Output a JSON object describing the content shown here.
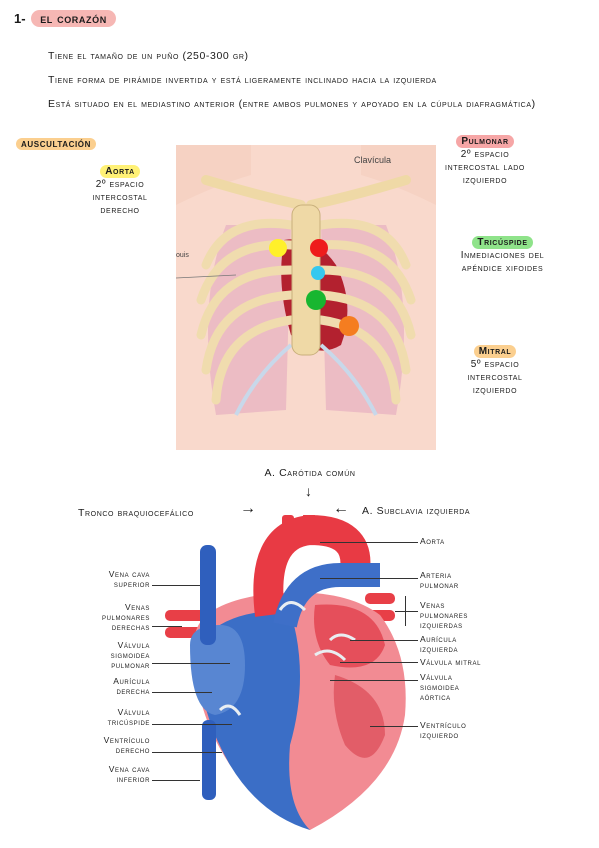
{
  "header": {
    "number": "1-",
    "title": "el corazón",
    "pill_color": "#f6b7b4"
  },
  "bullets": [
    "Tiene el tamaño de un puño (250-300 gr)",
    "Tiene forma de pirámide invertida y está ligeramente inclinado hacia la izquierda",
    "Está situado en el mediastino anterior (entre ambos pulmones y apoyado en la cúpula diafragmática)"
  ],
  "auscultation": {
    "title": "auscultación",
    "title_color": "#fbcf8f",
    "aorta": {
      "name": "Aorta",
      "color": "#fff176",
      "desc": [
        "2º espacio",
        "intercostal",
        "derecho"
      ]
    },
    "pulmonar": {
      "name": "Pulmonar",
      "color": "#f6a6a6",
      "desc": [
        "2º espacio",
        "intercostal lado",
        "izquierdo"
      ]
    },
    "tricuspide": {
      "name": "Tricúspide",
      "color": "#8fe38a",
      "desc": [
        "Inmediaciones del",
        "apéndice xifoides"
      ]
    },
    "mitral": {
      "name": "Mitral",
      "color": "#fbcf8f",
      "desc": [
        "5º espacio",
        "intercostal",
        "izquierdo"
      ]
    },
    "image_labels": {
      "clavicula": "Clavícula",
      "ouis": "ouis"
    },
    "point_colors": {
      "aorta": "#fff02a",
      "pulmonar": "#ee1c1c",
      "tricuspide_sup": "#35c8ef",
      "tricuspide": "#18b630",
      "mitral": "#f57d20"
    }
  },
  "heart": {
    "top_labels": {
      "carotida": "A. Carótida común",
      "braquiocefalico": "Tronco braquiocefálico",
      "subclavia": "A. Subclavia izquierda"
    },
    "left_labels": [
      [
        "Vena cava",
        "superior"
      ],
      [
        "Venas",
        "pulmonares",
        "derechas"
      ],
      [
        "Válvula",
        "sigmoidea",
        "pulmonar"
      ],
      [
        "Aurícula",
        "derecha"
      ],
      [
        "Válvula",
        "tricúspide"
      ],
      [
        "Ventrículo",
        "derecho"
      ],
      [
        "Vena cava",
        "inferior"
      ]
    ],
    "right_labels": [
      [
        "Aorta"
      ],
      [
        "Arteria",
        "pulmonar"
      ],
      [
        "Venas",
        "pulmonares",
        "izquierdas"
      ],
      [
        "Aurícula",
        "izquierda"
      ],
      [
        "Válvula mitral"
      ],
      [
        "Válvula",
        "sigmoidea",
        "aórtica"
      ],
      [
        "Ventrículo",
        "izquierdo"
      ]
    ]
  }
}
